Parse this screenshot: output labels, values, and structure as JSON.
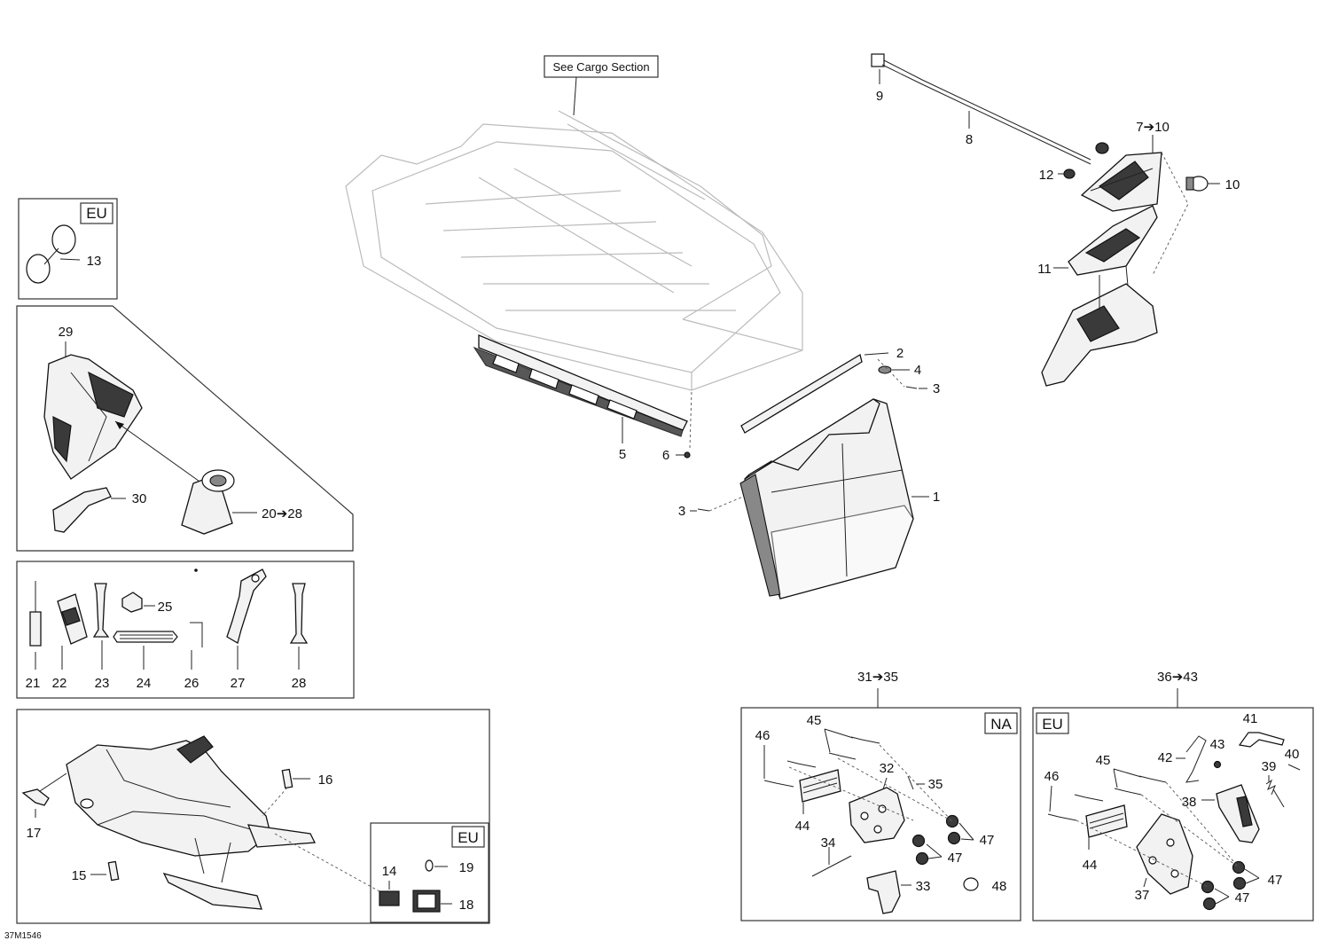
{
  "diagram_id": "37M1546",
  "note_cargo": "See Cargo Section",
  "region_tags": {
    "eu": "EU",
    "na": "NA"
  },
  "callouts": {
    "c1": "1",
    "c2": "2",
    "c3a": "3",
    "c3b": "3",
    "c4": "4",
    "c5": "5",
    "c6": "6",
    "c7_10": "7➔10",
    "c8": "8",
    "c9": "9",
    "c10": "10",
    "c11": "11",
    "c12": "12",
    "c13": "13",
    "c14": "14",
    "c15": "15",
    "c16": "16",
    "c17": "17",
    "c18": "18",
    "c19": "19",
    "c20_28": "20➔28",
    "c21": "21",
    "c22": "22",
    "c23": "23",
    "c24": "24",
    "c25": "25",
    "c26": "26",
    "c27": "27",
    "c28": "28",
    "c29": "29",
    "c30": "30",
    "c31_35": "31➔35",
    "c32": "32",
    "c33": "33",
    "c34": "34",
    "c35": "35",
    "c36_43": "36➔43",
    "c37": "37",
    "c38": "38",
    "c39": "39",
    "c40": "40",
    "c41": "41",
    "c42": "42",
    "c43": "43",
    "c44a": "44",
    "c44b": "44",
    "c45a": "45",
    "c45b": "45",
    "c46a": "46",
    "c46b": "46",
    "c47a": "47",
    "c47b": "47",
    "c47c": "47",
    "c47d": "47",
    "c48": "48"
  }
}
